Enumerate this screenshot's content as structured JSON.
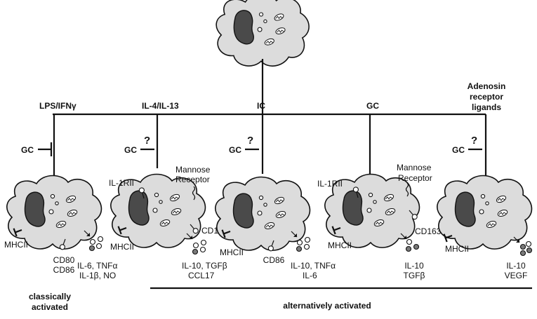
{
  "stimuli": {
    "lps": "LPS/IFNγ",
    "il4": "IL-4/IL-13",
    "ic": "IC",
    "gc": "GC",
    "adenosin_line1": "Adenosin",
    "adenosin_line2": "receptor",
    "adenosin_line3": "ligands"
  },
  "modulators": {
    "gc1": "GC",
    "gc2": "GC",
    "gc3": "GC",
    "gc4": "GC",
    "question": "?"
  },
  "receptors": {
    "il1rii": "IL-1RII",
    "mannose_line1": "Mannose",
    "mannose_line2": "Receptor",
    "cd163": "CD163",
    "mhcii": "MHCII",
    "cd80": "CD80",
    "cd86": "CD86"
  },
  "outputs": {
    "m1_line1": "IL-6, TNFα",
    "m1_line2": "IL-1β, NO",
    "il4_line1": "IL-10, TGFβ",
    "il4_line2": "CCL17",
    "ic_line1": "IL-10, TNFα",
    "ic_line2": "IL-6",
    "gc_line1": "IL-10",
    "gc_line2": "TGFβ",
    "aden_line1": "IL-10",
    "aden_line2": "VEGF"
  },
  "groups": {
    "classical_line1": "classically",
    "classical_line2": "activated",
    "alternative": "alternatively activated"
  }
}
